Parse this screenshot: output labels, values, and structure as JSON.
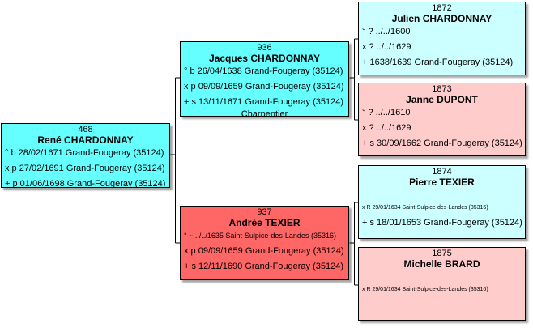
{
  "people": {
    "p468": {
      "number": "468",
      "name": "René CHARDONNAY",
      "events": [
        "° b 28/02/1671 Grand-Fougeray (35124)",
        "x p 27/02/1691 Grand-Fougeray (35124)",
        "+ p 01/06/1698 Grand-Fougeray (35124)"
      ]
    },
    "p936": {
      "number": "936",
      "name": "Jacques CHARDONNAY",
      "events": [
        "° b 26/04/1638 Grand-Fougeray (35124)",
        "x p 09/09/1659 Grand-Fougeray (35124)",
        "+ s 13/11/1671 Grand-Fougeray (35124)"
      ],
      "occupation": "Charpentier"
    },
    "p937": {
      "number": "937",
      "name": "Andrée TEXIER",
      "events": [
        "° ~ ../../1635 Saint-Sulpice-des-Landes (35316)",
        "x p 09/09/1659 Grand-Fougeray (35124)",
        "+ s 12/11/1690 Grand-Fougeray (35124)"
      ]
    },
    "p1872": {
      "number": "1872",
      "name": "Julien CHARDONNAY",
      "events": [
        "° ? ../../1600",
        "x ? ../../1629",
        "+ 1638/1639 Grand-Fougeray (35124)"
      ]
    },
    "p1873": {
      "number": "1873",
      "name": "Janne DUPONT",
      "events": [
        "° ? ../../1610",
        "x ? ../../1629",
        "+ s 30/09/1662 Grand-Fougeray (35124)"
      ]
    },
    "p1874": {
      "number": "1874",
      "name": "Pierre TEXIER",
      "events": [
        "x R 29/01/1634 Saint-Sulpice-des-Landes (35316)",
        "+ s 18/01/1653 Grand-Fougeray (35124)"
      ]
    },
    "p1875": {
      "number": "1875",
      "name": "Michelle BRARD",
      "events": [
        "x R 29/01/1634 Saint-Sulpice-des-Landes (35316)"
      ]
    }
  }
}
